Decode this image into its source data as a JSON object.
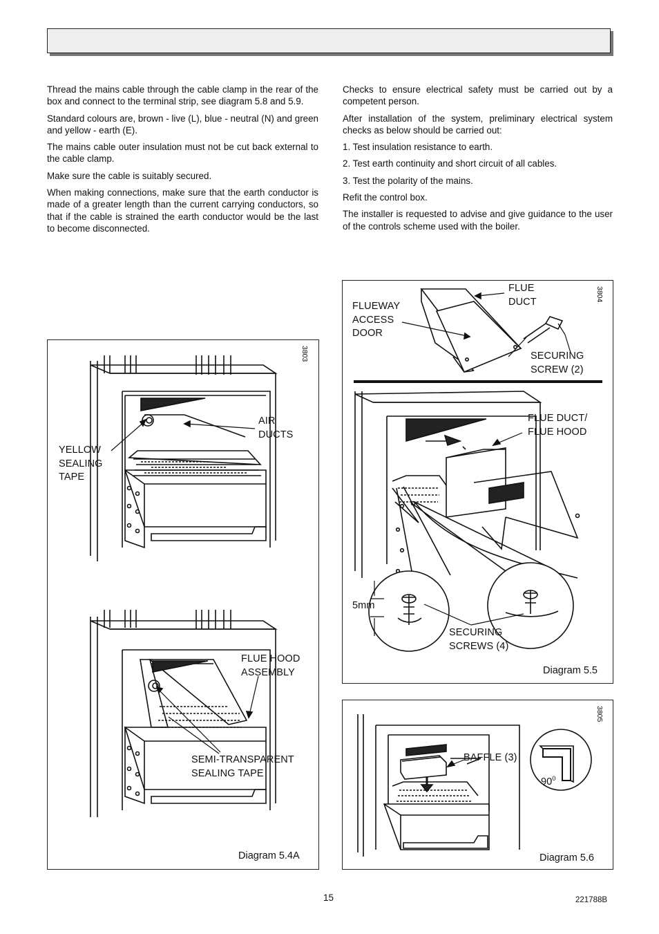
{
  "left_column": {
    "paragraphs": [
      "Thread the mains cable through the  cable clamp in the rear of the box and connect to the terminal strip, see diagram 5.8 and 5.9.",
      "Standard colours are, brown - live (L), blue - neutral (N) and green and yellow - earth (E).",
      "The mains cable outer insulation must not be cut back external to the cable clamp.",
      "Make sure the cable is suitably secured.",
      "When making connections, make sure that the earth conductor is made of a greater length than the current carrying conductors, so that if the cable is strained the earth conductor would be the last to become disconnected."
    ]
  },
  "right_column": {
    "paragraphs": [
      "Checks to ensure electrical safety must be carried out by a competent person.",
      "After installation of the system, preliminary electrical system checks as below should be carried out:",
      "1.  Test insulation resistance to earth.",
      "2.  Test earth continuity and short circuit of all cables.",
      "3.  Test the polarity of the mains.",
      "Refit the control box.",
      "The installer is requested to advise and give guidance to the user of the controls scheme used with the boiler."
    ]
  },
  "diagram_5_4a": {
    "figure_number": "3803",
    "caption": "Diagram  5.4A",
    "labels": {
      "air_ducts": [
        "AIR",
        "DUCTS"
      ],
      "yellow_tape": [
        "YELLOW",
        "SEALING",
        "TAPE"
      ],
      "flue_hood": [
        "FLUE HOOD",
        "ASSEMBLY"
      ],
      "semi_tape": [
        "SEMI-TRANSPARENT",
        "SEALING TAPE"
      ]
    }
  },
  "diagram_5_5": {
    "figure_number": "3804",
    "caption": "Diagram  5.5",
    "labels": {
      "flue_duct": [
        "FLUE",
        "DUCT"
      ],
      "flueway_door": [
        "FLUEWAY",
        "ACCESS",
        "DOOR"
      ],
      "securing_screw": [
        "SECURING",
        "SCREW (2)"
      ],
      "flue_duct_hood": [
        "FLUE DUCT/",
        "FLUE HOOD"
      ],
      "gap": "5mm",
      "securing_screws": [
        "SECURING",
        "SCREWS (4)"
      ]
    }
  },
  "diagram_5_6": {
    "figure_number": "3805",
    "caption": "Diagram  5.6",
    "labels": {
      "baffle": "BAFFLE (3)",
      "angle": "90",
      "angle_unit": "0"
    }
  },
  "footer": {
    "page_number": "15",
    "doc_code": "221788B"
  }
}
